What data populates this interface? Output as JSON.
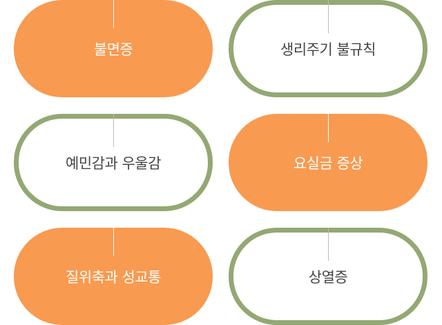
{
  "items": [
    {
      "label": "불면증",
      "style": "filled"
    },
    {
      "label": "생리주기 불규칙",
      "style": "outline"
    },
    {
      "label": "예민감과 우울감",
      "style": "outline"
    },
    {
      "label": "요실금 증상",
      "style": "filled"
    },
    {
      "label": "질위축과 성교통",
      "style": "filled"
    },
    {
      "label": "상열증",
      "style": "outline"
    }
  ],
  "colors": {
    "orange": "#f89a50",
    "green": "#94a873"
  }
}
